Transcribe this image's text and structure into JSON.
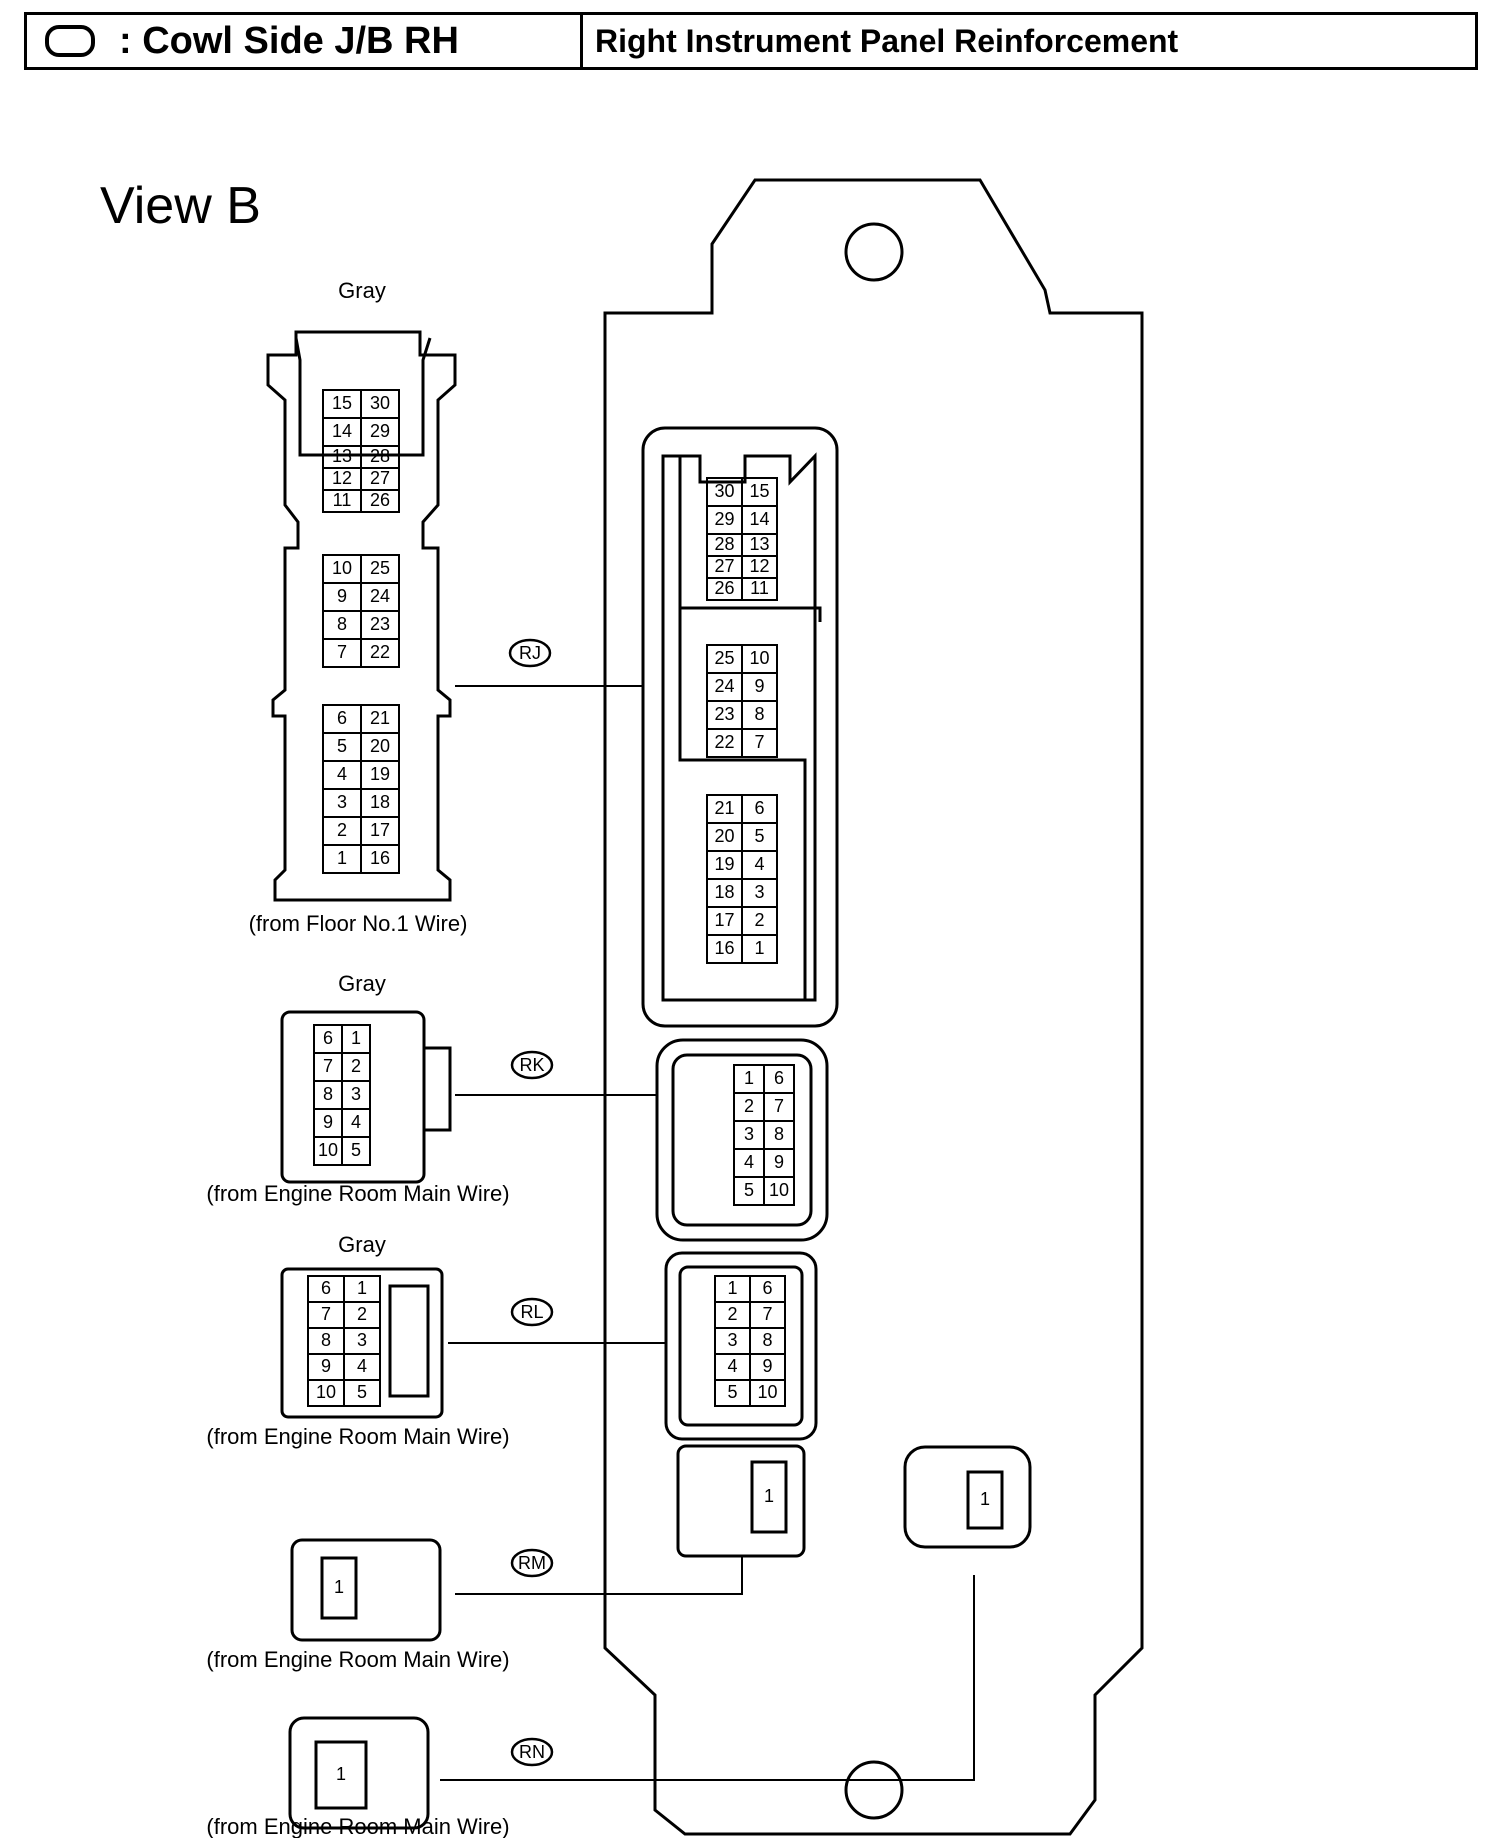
{
  "header": {
    "symbol": "oval",
    "title": ": Cowl Side J/B RH",
    "location": "Right Instrument Panel Reinforcement"
  },
  "view_label": "View B",
  "connectors": [
    {
      "code": "RJ",
      "color": "Gray",
      "source": "(from Floor No.1 Wire)",
      "pins_left_col": [
        "15",
        "14",
        "13",
        "12",
        "11",
        "10",
        "9",
        "8",
        "7",
        "6",
        "5",
        "4",
        "3",
        "2",
        "1"
      ],
      "pins_right_col": [
        "30",
        "29",
        "28",
        "27",
        "26",
        "25",
        "24",
        "23",
        "22",
        "21",
        "20",
        "19",
        "18",
        "17",
        "16"
      ]
    },
    {
      "code": "RK",
      "color": "Gray",
      "source": "(from Engine Room Main Wire)",
      "pins_left_col": [
        "6",
        "7",
        "8",
        "9",
        "10"
      ],
      "pins_right_col": [
        "1",
        "2",
        "3",
        "4",
        "5"
      ]
    },
    {
      "code": "RL",
      "color": "Gray",
      "source": "(from Engine Room Main Wire)",
      "pins_left_col": [
        "6",
        "7",
        "8",
        "9",
        "10"
      ],
      "pins_right_col": [
        "1",
        "2",
        "3",
        "4",
        "5"
      ]
    },
    {
      "code": "RM",
      "color": "",
      "source": "(from Engine Room Main Wire)",
      "pins": [
        "1"
      ]
    },
    {
      "code": "RN",
      "color": "",
      "source": "(from Engine Room Main Wire)",
      "pins": [
        "1"
      ]
    }
  ]
}
